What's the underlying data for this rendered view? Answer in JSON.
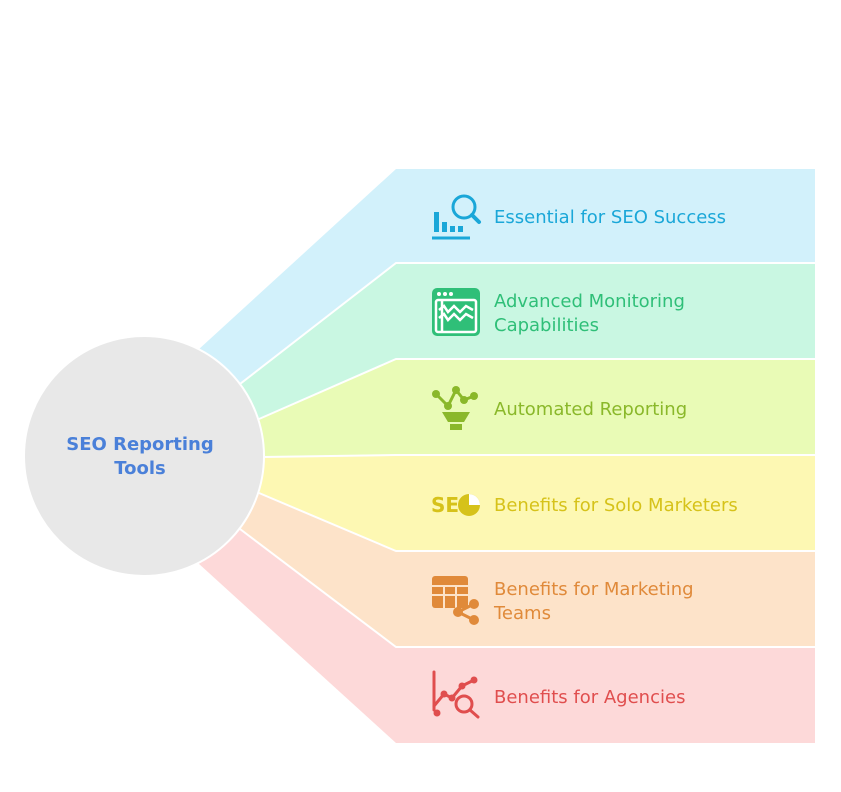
{
  "hub": {
    "label": "SEO Reporting Tools",
    "fill": "#e8e8e8",
    "text_color": "#4a80d9"
  },
  "items": [
    {
      "label": "Essential for SEO Success",
      "icon": "search-chart-icon",
      "fill": "#d2f1fb",
      "color": "#1aa7d8"
    },
    {
      "label": "Advanced Monitoring Capabilities",
      "icon": "monitor-graph-icon",
      "fill": "#c9f7e2",
      "color": "#2fbf78"
    },
    {
      "label": "Automated Reporting",
      "icon": "funnel-network-icon",
      "fill": "#e9fbb6",
      "color": "#8ab82a"
    },
    {
      "label": "Benefits for Solo Marketers",
      "icon": "seo-badge-icon",
      "fill": "#fdf8b3",
      "color": "#d6c21a"
    },
    {
      "label": "Benefits for Marketing Teams",
      "icon": "spreadsheet-share-icon",
      "fill": "#fde3c9",
      "color": "#e08a3a"
    },
    {
      "label": "Benefits for Agencies",
      "icon": "chart-magnifier-icon",
      "fill": "#fdd9d9",
      "color": "#e04e4e"
    }
  ]
}
